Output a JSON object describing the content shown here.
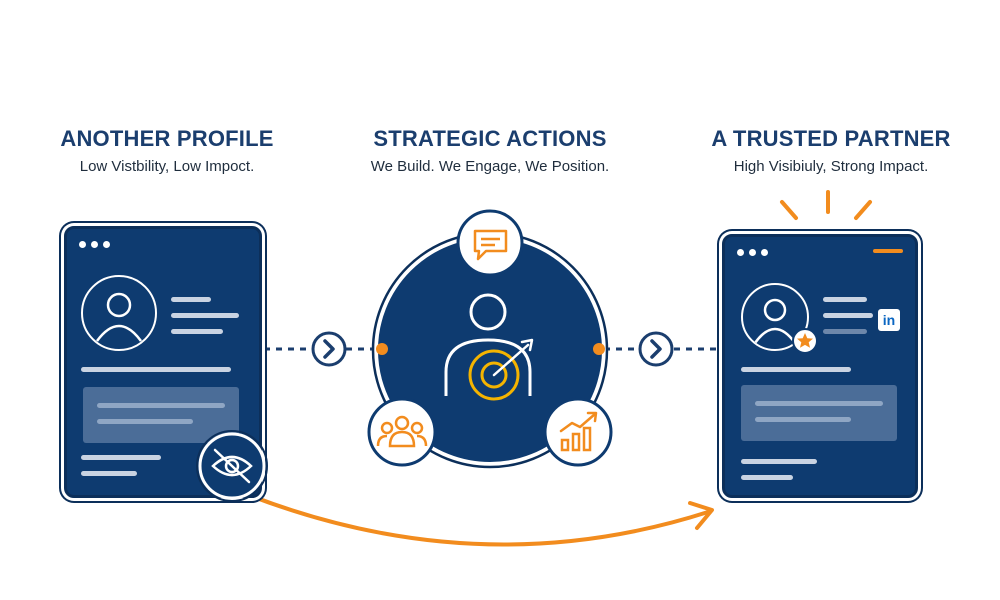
{
  "columns": [
    {
      "title": "ANOTHER PROFILE",
      "subtitle": "Low Vistbility, Low Impoct."
    },
    {
      "title": "STRATEGIC ACTIONS",
      "subtitle": "We Build. We Engage, We Position."
    },
    {
      "title": "A TRUSTED PARTNER",
      "subtitle": "High Visibiuly, Strong Impact."
    }
  ],
  "linkedin_badge": "in",
  "colors": {
    "navy": "#0e3b70",
    "orange": "#f28c1e",
    "gold": "#f4b400",
    "title": "#1b3e6e",
    "muted_bar": "#6d87aa"
  },
  "icons": [
    "hidden-eye-icon",
    "chat-bubble-icon",
    "person-target-icon",
    "group-icon",
    "growth-chart-icon",
    "star-badge-icon",
    "linkedin-icon",
    "chevron-right-icon"
  ]
}
